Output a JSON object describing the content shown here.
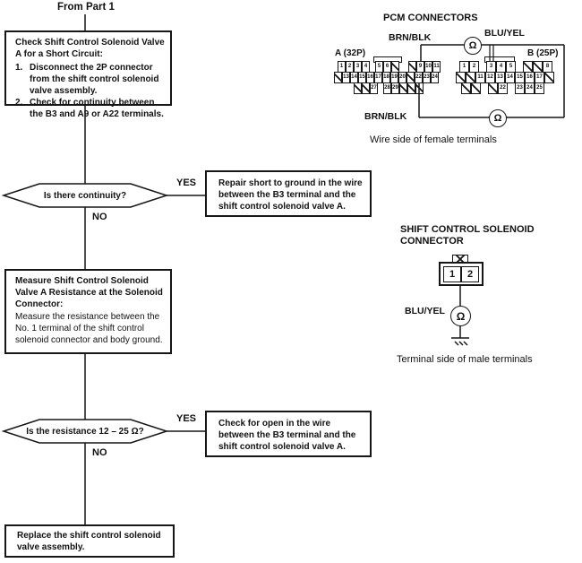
{
  "flow": {
    "from_label": "From Part 1",
    "box1": {
      "title": "Check Shift Control Solenoid Valve A for a Short Circuit:",
      "items": [
        {
          "num": "1.",
          "text": "Disconnect the 2P connector from the shift control solenoid valve assembly."
        },
        {
          "num": "2.",
          "text": "Check for continuity between the B3 and A9 or A22 terminals."
        }
      ]
    },
    "decision1": {
      "question": "Is there continuity?",
      "yes": "YES",
      "no": "NO"
    },
    "repair_box": "Repair short to ground in the wire between the B3 terminal and the shift control solenoid valve A.",
    "box2": {
      "title": "Measure Shift Control Solenoid Valve A Resistance at the Solenoid Connector:",
      "body": "Measure the resistance between the No. 1 terminal of the shift control solenoid connector and body ground."
    },
    "decision2": {
      "question": "Is the resistance 12 – 25 Ω?",
      "yes": "YES",
      "no": "NO"
    },
    "open_box": "Check for open in the wire between the B3 terminal and the shift control solenoid valve A.",
    "final_box": "Replace the shift control solenoid valve assembly."
  },
  "pcm": {
    "title": "PCM CONNECTORS",
    "wire_top_left": "BRN/BLK",
    "wire_top_right": "BLU/YEL",
    "wire_bottom": "BRN/BLK",
    "ohm": "Ω",
    "caption": "Wire side of female terminals",
    "connector_a": {
      "label": "A (32P)",
      "rows": [
        {
          "offset": 4,
          "cells": [
            {
              "n": "1"
            },
            {
              "n": "2"
            },
            {
              "n": "3"
            },
            {
              "n": "4"
            },
            {
              "gap": 6
            },
            {
              "n": "5"
            },
            {
              "n": "6"
            },
            {
              "h": true
            },
            {
              "gap": 10
            },
            {
              "h": true
            },
            {
              "n": "9"
            },
            {
              "n": "10"
            },
            {
              "n": "11"
            }
          ]
        },
        {
          "offset": 0,
          "cells": [
            {
              "h": true
            },
            {
              "n": "13"
            },
            {
              "n": "14"
            },
            {
              "n": "15"
            },
            {
              "n": "16"
            },
            {
              "n": "17"
            },
            {
              "n": "18"
            },
            {
              "n": "19"
            },
            {
              "n": "20"
            },
            {
              "h": true
            },
            {
              "n": "22"
            },
            {
              "n": "23"
            },
            {
              "n": "24"
            }
          ]
        },
        {
          "offset": 22,
          "cells": [
            {
              "h": true
            },
            {
              "h": true
            },
            {
              "n": "27"
            },
            {
              "gap": 6
            },
            {
              "n": "28"
            },
            {
              "n": "29"
            },
            {
              "h": true
            },
            {
              "h": true
            },
            {
              "h": true
            }
          ]
        }
      ]
    },
    "connector_b": {
      "label": "B (25P)",
      "rows": [
        {
          "offset": 4,
          "cells": [
            {
              "n": "1"
            },
            {
              "n": "2"
            },
            {
              "gap": 8
            },
            {
              "n": "3"
            },
            {
              "n": "4"
            },
            {
              "n": "5"
            },
            {
              "gap": 8
            },
            {
              "h": true
            },
            {
              "h": true
            },
            {
              "n": "8"
            }
          ]
        },
        {
          "offset": 0,
          "cells": [
            {
              "h": true
            },
            {
              "h": true
            },
            {
              "n": "11"
            },
            {
              "n": "12"
            },
            {
              "n": "13"
            },
            {
              "n": "14"
            },
            {
              "n": "15"
            },
            {
              "n": "16"
            },
            {
              "n": "17"
            },
            {
              "h": true
            }
          ]
        },
        {
          "offset": 6,
          "cells": [
            {
              "h": true
            },
            {
              "h": true
            },
            {
              "gap": 8
            },
            {
              "h": true
            },
            {
              "n": "22"
            },
            {
              "gap": 8
            },
            {
              "n": "23"
            },
            {
              "n": "24"
            },
            {
              "n": "25"
            }
          ]
        }
      ]
    }
  },
  "solenoid": {
    "title_line1": "SHIFT CONTROL SOLENOID",
    "title_line2": "CONNECTOR",
    "terminals": [
      {
        "n": "1"
      },
      {
        "n": "2"
      }
    ],
    "wire": "BLU/YEL",
    "ohm": "Ω",
    "caption": "Terminal side of male terminals"
  }
}
